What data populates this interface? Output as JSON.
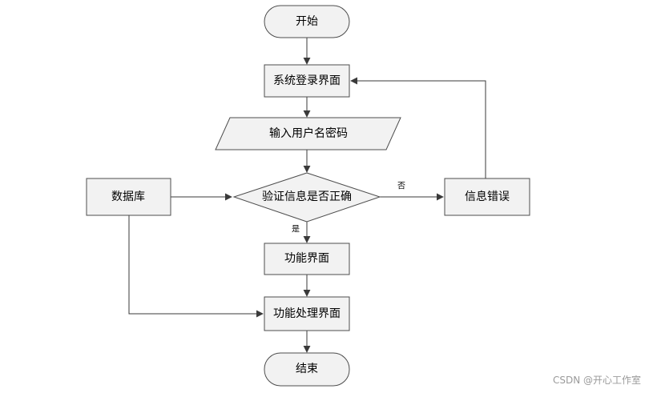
{
  "nodes": {
    "start": "开始",
    "login": "系统登录界面",
    "input": "输入用户名密码",
    "verify": "验证信息是否正确",
    "database": "数据库",
    "error": "信息错误",
    "function_ui": "功能界面",
    "process_ui": "功能处理界面",
    "end": "结束"
  },
  "edge_labels": {
    "no": "否",
    "yes": "是"
  },
  "watermark": "CSDN @开心工作室",
  "colors": {
    "node_fill": "#f2f2f2",
    "node_border": "#4d4d4d",
    "line": "#3a3a3a",
    "background": "#ffffff"
  }
}
